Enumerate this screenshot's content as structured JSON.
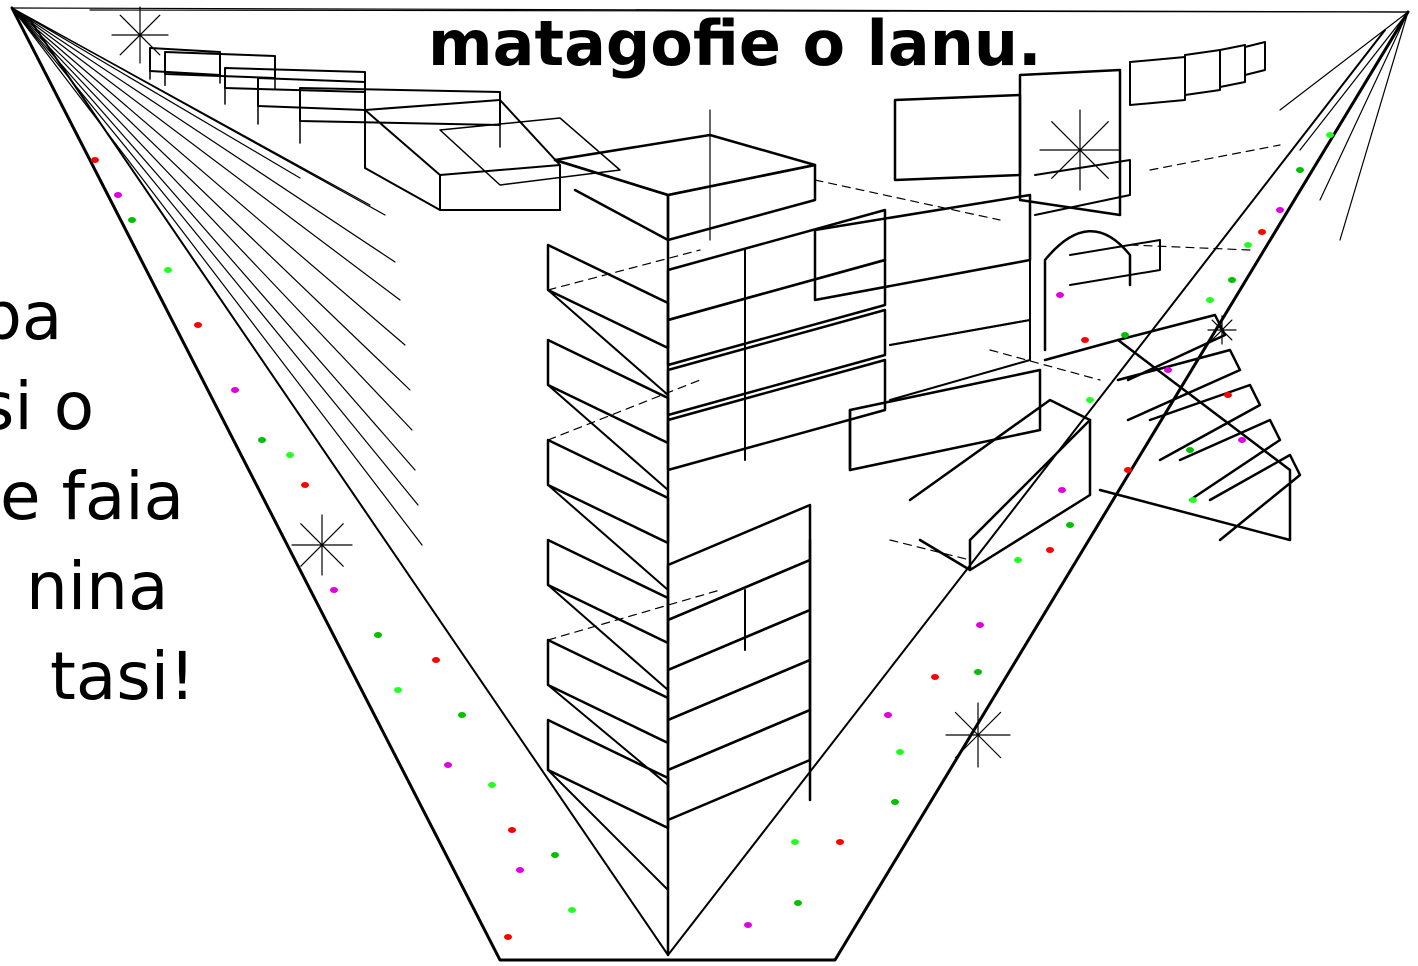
{
  "caption_top": "matagofie o lanu.",
  "caption_left_lines": [
    "pa",
    "si o",
    "e faia",
    "nina",
    "tasi!"
  ],
  "colors": {
    "ink": "#000000",
    "paper": "#ffffff",
    "dots": [
      "#ff0000",
      "#e000e0",
      "#00c000",
      "#22ff22"
    ]
  }
}
